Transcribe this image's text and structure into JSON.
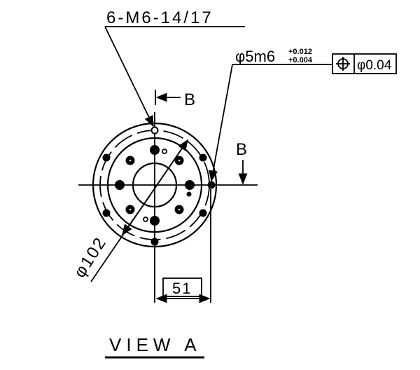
{
  "drawing": {
    "title": "VIEW A",
    "thread_callout": "6-M6-14/17",
    "pin_size": "φ5m6",
    "tolerance_upper": "+0.012",
    "tolerance_lower": "+0.004",
    "position_symbol": "⊕",
    "position_tolerance": "φ0.04",
    "section_marker_top": "B",
    "section_marker_right": "B",
    "diameter_dimension": "φ102",
    "offset_dimension": "51",
    "colors": {
      "line": "#000000",
      "background": "#ffffff"
    }
  }
}
